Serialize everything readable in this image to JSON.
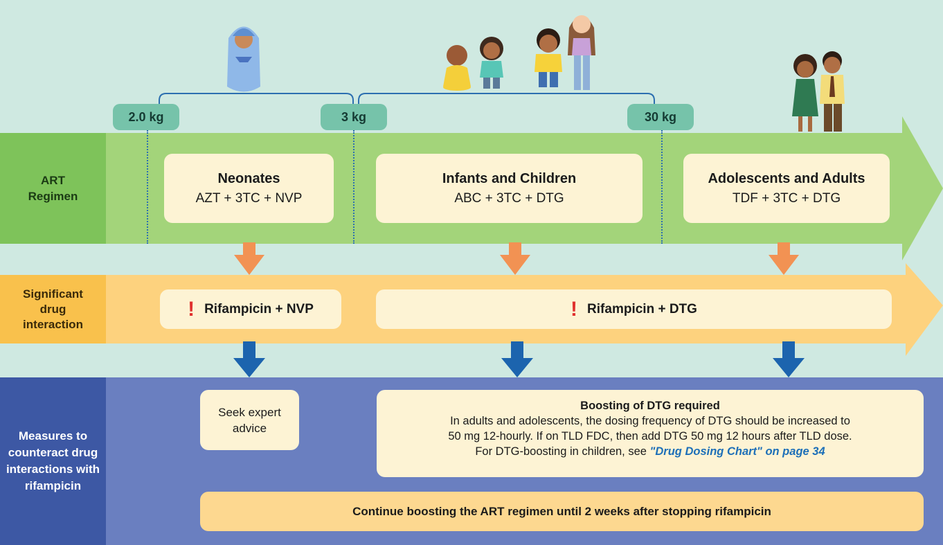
{
  "weights": [
    "2.0 kg",
    "3 kg",
    "30 kg"
  ],
  "rows": {
    "art": "ART Regimen",
    "interaction": "Significant drug interaction",
    "measures": "Measures to counteract drug interactions with rifampicin"
  },
  "groups": [
    {
      "title": "Neonates",
      "regimen": "AZT + 3TC + NVP"
    },
    {
      "title": "Infants and Children",
      "regimen": "ABC + 3TC + DTG"
    },
    {
      "title": "Adolescents and Adults",
      "regimen": "TDF + 3TC + DTG"
    }
  ],
  "interactions": [
    "Rifampicin + NVP",
    "Rifampicin + DTG"
  ],
  "interaction_icon": "exclamation-icon",
  "measures": {
    "seek": "Seek expert advice",
    "boost_title": "Boosting of DTG required",
    "boost_line1": "In adults and adolescents, the dosing frequency of DTG should be increased to",
    "boost_line2": "50 mg 12-hourly. If on TLD FDC, then add DTG 50 mg 12 hours after TLD dose.",
    "boost_line3": "For DTG-boosting in children, see",
    "boost_link": "\"Drug Dosing Chart\" on page 34",
    "continue": "Continue boosting the ART regimen until 2 weeks after stopping rifampicin"
  },
  "colors": {
    "background": "#cfe9e1",
    "green_band": "#a3d47a",
    "green_label": "#7ec35a",
    "orange_band": "#fdd27e",
    "orange_label": "#f9c14c",
    "orange_arrow": "#f29253",
    "blue_band": "#6a7fc0",
    "blue_label": "#3d58a4",
    "blue_arrow": "#1c64ae",
    "weight_pill": "#76c3aa",
    "card": "#fdf3d4",
    "warning": "#e0312f",
    "link": "#1d6fb8"
  }
}
